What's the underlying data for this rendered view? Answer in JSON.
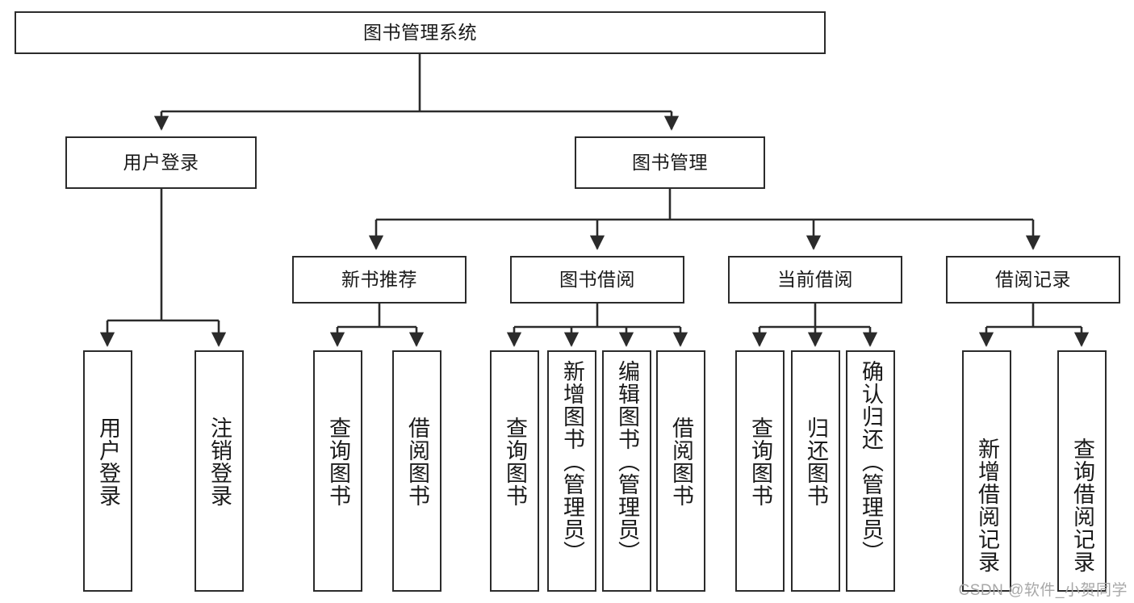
{
  "diagram": {
    "type": "tree-hierarchy",
    "title": "图书管理系统",
    "watermark": "CSDN @软件_小贺同学",
    "colors": {
      "stroke": "#2b2b2b",
      "fill": "#ffffff",
      "text": "#1a1a1a",
      "watermark": "#a8a8a8"
    },
    "levels": {
      "root": "图书管理系统",
      "level2": [
        "用户登录",
        "图书管理"
      ],
      "level3": [
        "新书推荐",
        "图书借阅",
        "当前借阅",
        "借阅记录"
      ],
      "level4": [
        "用户登录",
        "注销登录",
        "查询图书",
        "借阅图书",
        "查询图书",
        "新增图书（管理员）",
        "编辑图书（管理员）",
        "借阅图书",
        "查询图书",
        "归还图书",
        "确认归还（管理员）",
        "新增借阅记录",
        "查询借阅记录"
      ]
    },
    "nodes": {
      "root": {
        "label": "图书管理系统"
      },
      "user_login": {
        "label": "用户登录"
      },
      "book_manage": {
        "label": "图书管理"
      },
      "new_book_rec": {
        "label": "新书推荐"
      },
      "book_borrow": {
        "label": "图书借阅"
      },
      "current_borrow": {
        "label": "当前借阅"
      },
      "borrow_record": {
        "label": "借阅记录"
      },
      "leaf_user_login": {
        "label": "用户登录"
      },
      "leaf_logout": {
        "label": "注销登录"
      },
      "leaf_query_book_1": {
        "label": "查询图书"
      },
      "leaf_borrow_book_1": {
        "label": "借阅图书"
      },
      "leaf_query_book_2": {
        "label": "查询图书"
      },
      "leaf_add_book": {
        "label": "新增图书（管理员）"
      },
      "leaf_edit_book": {
        "label": "编辑图书（管理员）"
      },
      "leaf_borrow_book_2": {
        "label": "借阅图书"
      },
      "leaf_query_book_3": {
        "label": "查询图书"
      },
      "leaf_return_book": {
        "label": "归还图书"
      },
      "leaf_confirm_return": {
        "label": "确认归还（管理员）"
      },
      "leaf_add_record": {
        "label": "新增借阅记录"
      },
      "leaf_query_record": {
        "label": "查询借阅记录"
      }
    }
  }
}
